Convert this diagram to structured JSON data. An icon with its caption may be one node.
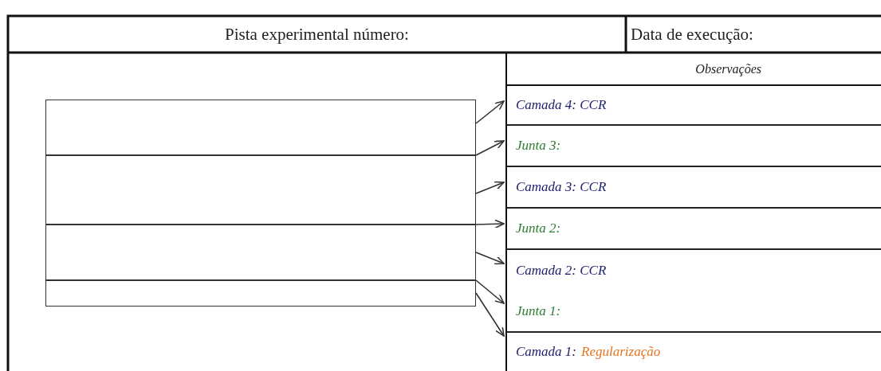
{
  "diagram": {
    "nodes": [
      {
        "text": [],
        "shape": "box"
      },
      {
        "text": [],
        "shape": "box"
      },
      {
        "text": [],
        "shape": "box"
      },
      {
        "text": [],
        "shape": "box"
      },
      {
        "text": [
          "Camada 4: CCR"
        ]
      },
      {
        "text": [
          "Junta 3:"
        ]
      },
      {
        "text": [
          "Camada 3: CCR"
        ]
      },
      {
        "text": [
          "Junta 2:"
        ]
      },
      {
        "text": [
          "Camada 2: CCR"
        ]
      },
      {
        "text": [
          "Junta 1:"
        ]
      },
      {
        "text": [
          "Camada 1:",
          "Regularização"
        ]
      }
    ],
    "edges": [
      {
        "from": 0,
        "to": 4,
        "arrow": "to"
      },
      {
        "from": 0,
        "to": 5,
        "arrow": "to"
      },
      {
        "from": 1,
        "to": 6,
        "arrow": "to"
      },
      {
        "from": 2,
        "to": 7,
        "arrow": "to"
      },
      {
        "from": 2,
        "to": 8,
        "arrow": "to"
      },
      {
        "from": 3,
        "to": 9,
        "arrow": "to"
      },
      {
        "from": 3,
        "to": 10,
        "arrow": "to"
      }
    ],
    "labels": [
      "Pista experimental número:",
      "Data de execução:",
      "Observações"
    ]
  }
}
